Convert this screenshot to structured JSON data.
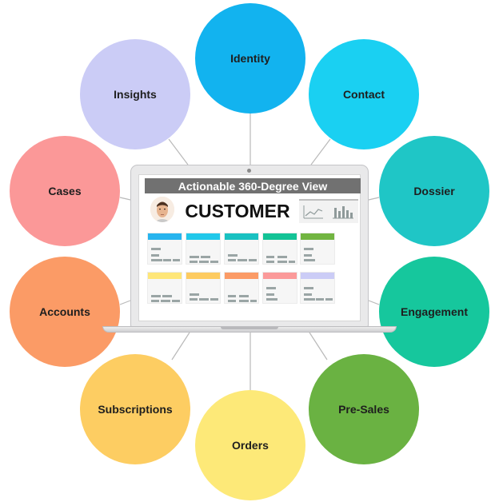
{
  "screen": {
    "header": "Actionable 360-Degree View",
    "title": "CUSTOMER"
  },
  "nodes": [
    {
      "id": "identity",
      "label": "Identity",
      "color": "#12b3ef"
    },
    {
      "id": "contact",
      "label": "Contact",
      "color": "#1ad0f2"
    },
    {
      "id": "dossier",
      "label": "Dossier",
      "color": "#1fc6c6"
    },
    {
      "id": "engagement",
      "label": "Engagement",
      "color": "#16c79d"
    },
    {
      "id": "pre-sales",
      "label": "Pre-Sales",
      "color": "#6ab242"
    },
    {
      "id": "orders",
      "label": "Orders",
      "color": "#fde978"
    },
    {
      "id": "subscriptions",
      "label": "Subscriptions",
      "color": "#fdcd62"
    },
    {
      "id": "accounts",
      "label": "Accounts",
      "color": "#fb9b66"
    },
    {
      "id": "cases",
      "label": "Cases",
      "color": "#fb9898"
    },
    {
      "id": "insights",
      "label": "Insights",
      "color": "#cbccf6"
    }
  ],
  "card_colors": {
    "row1": [
      "#27b4ee",
      "#21c8ea",
      "#19c1c1",
      "#13c396",
      "#72b541"
    ],
    "row2": [
      "#fee679",
      "#fdcb60",
      "#fb9b66",
      "#fb9a9a",
      "#cbccf6"
    ]
  },
  "colors": {
    "connector": "#b9b9b9",
    "screen_header_bg": "#717171"
  }
}
